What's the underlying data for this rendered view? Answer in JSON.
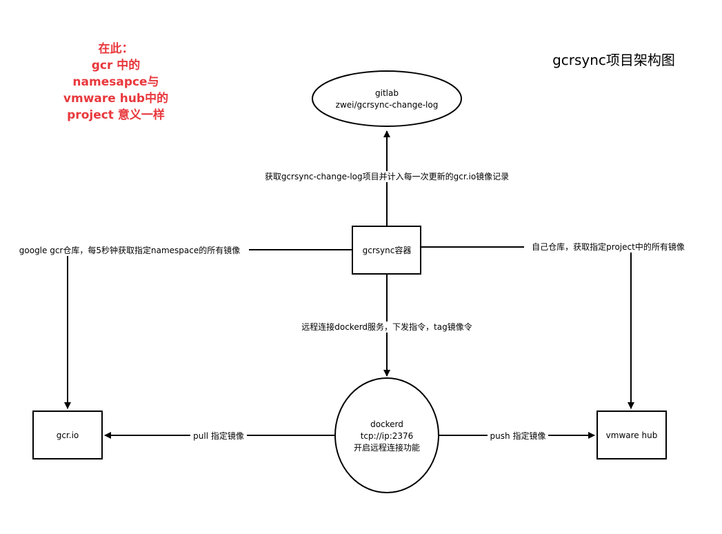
{
  "title": "gcrsync项目架构图",
  "note": {
    "lines": [
      "在此：",
      "gcr 中的",
      "namesapce与",
      "vmware hub中的",
      "project 意义一样"
    ],
    "color": "#e8383d"
  },
  "nodes": {
    "gitlab": {
      "lines": [
        "gitlab",
        "zwei/gcrsync-change-log"
      ]
    },
    "gcrsync": {
      "lines": [
        "gcrsync容器"
      ]
    },
    "dockerd": {
      "lines": [
        "dockerd",
        "tcp://ip:2376",
        "开启远程连接功能"
      ]
    },
    "gcrio": {
      "lines": [
        "gcr.io"
      ]
    },
    "vmware": {
      "lines": [
        "vmware hub"
      ]
    }
  },
  "edges": {
    "to_gitlab": "获取gcrsync-change-log项目并计入每一次更新的gcr.io镜像记录",
    "to_gcrio_from_gcrsync": "google gcr仓库，每5秒钟获取指定namespace的所有镜像",
    "to_vmware_from_gcrsync": "自己仓库，获取指定project中的所有镜像",
    "to_dockerd": "远程连接dockerd服务，下发指令，tag镜像令",
    "pull": "pull 指定镜像",
    "push": "push 指定镜像"
  },
  "colors": {
    "stroke": "#000000",
    "note": "#e8383d"
  }
}
